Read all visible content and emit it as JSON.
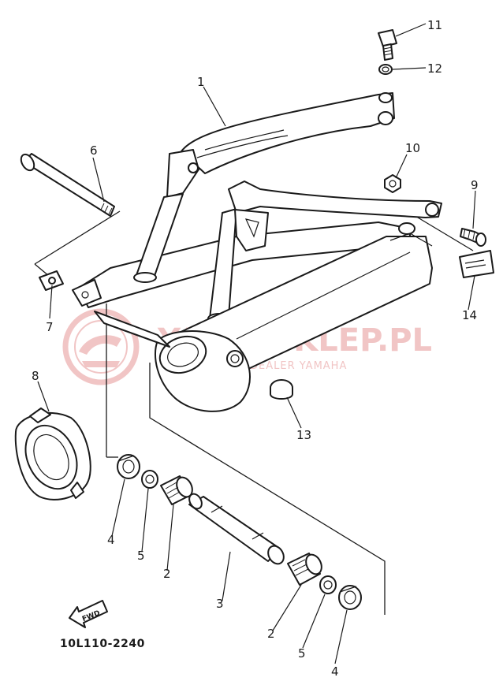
{
  "diagram": {
    "callouts": [
      {
        "id": "1",
        "label": "1"
      },
      {
        "id": "2a",
        "label": "2"
      },
      {
        "id": "2b",
        "label": "2"
      },
      {
        "id": "3",
        "label": "3"
      },
      {
        "id": "4a",
        "label": "4"
      },
      {
        "id": "4b",
        "label": "4"
      },
      {
        "id": "5a",
        "label": "5"
      },
      {
        "id": "5b",
        "label": "5"
      },
      {
        "id": "6",
        "label": "6"
      },
      {
        "id": "7",
        "label": "7"
      },
      {
        "id": "8",
        "label": "8"
      },
      {
        "id": "9",
        "label": "9"
      },
      {
        "id": "10",
        "label": "10"
      },
      {
        "id": "11",
        "label": "11"
      },
      {
        "id": "12",
        "label": "12"
      },
      {
        "id": "13",
        "label": "13"
      },
      {
        "id": "14",
        "label": "14"
      }
    ],
    "fwd_label": "FWD",
    "drawing_code": "10L110-2240"
  },
  "watermark": {
    "main": "YAMA-SKLEP.PL",
    "sub": "ROGALEWICZ | DEALER YAMAHA",
    "color": "#f1c5c5"
  }
}
